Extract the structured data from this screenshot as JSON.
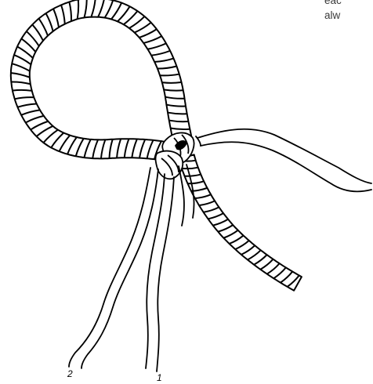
{
  "cut_text": {
    "line1": "eac",
    "line2": "alw"
  },
  "strand_labels": {
    "strand_2": "2",
    "strand_1": "1"
  },
  "colors": {
    "ink": "#000000",
    "text": "#3a3a3a",
    "background": "#ffffff"
  }
}
